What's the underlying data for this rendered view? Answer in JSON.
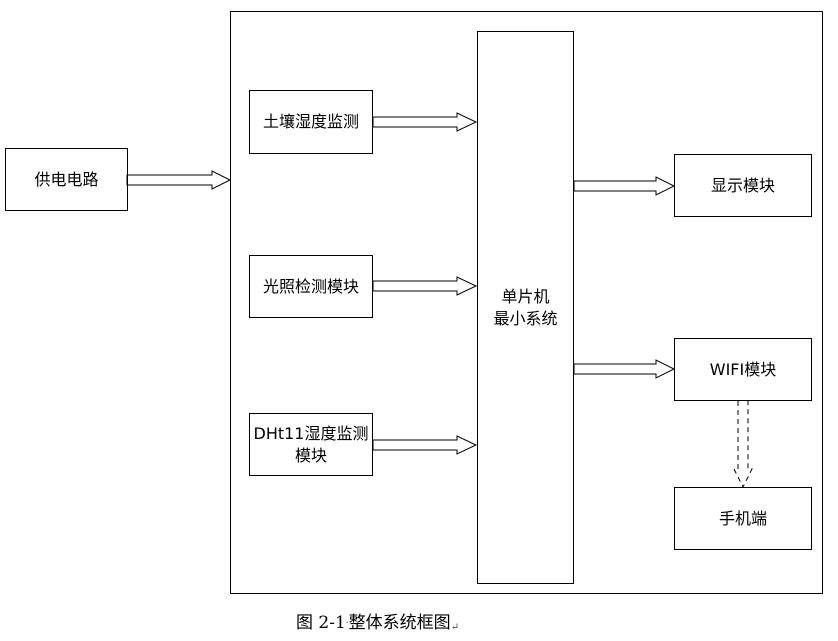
{
  "blocks": {
    "power": "供电电路",
    "soil": "土壤湿度监测",
    "light": "光照检测模块",
    "dht_line1": "DHt11湿度监测",
    "dht_line2": "模块",
    "mcu_line1": "单片机",
    "mcu_line2": "最小系统",
    "display": "显示模块",
    "wifi": "WIFI模块",
    "phone": "手机端"
  },
  "caption": {
    "number": "图 2-1",
    "title": "整体系统框图"
  }
}
